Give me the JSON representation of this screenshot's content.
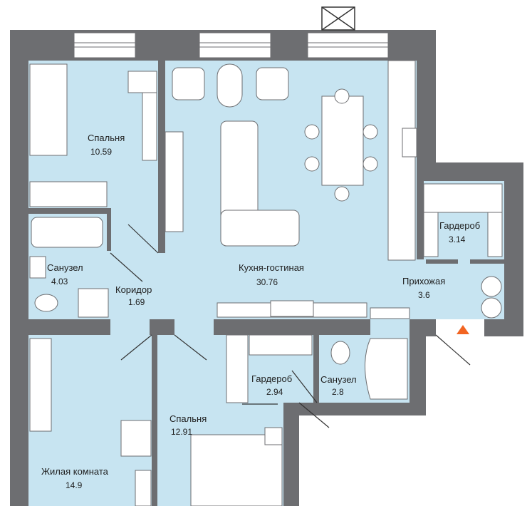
{
  "plan": {
    "colors": {
      "wall": "#6d6e71",
      "room": "#c7e4f1",
      "furniture": "#ffffff",
      "entrance_marker": "#f26522"
    },
    "rooms": [
      {
        "name": "Спальня",
        "area": "10.59"
      },
      {
        "name": "Санузел",
        "area": "4.03"
      },
      {
        "name": "Коридор",
        "area": "1.69"
      },
      {
        "name": "Кухня-гостиная",
        "area": "30.76"
      },
      {
        "name": "Гардероб",
        "area": "3.14"
      },
      {
        "name": "Прихожая",
        "area": "3.6"
      },
      {
        "name": "Гардероб",
        "area": "2.94"
      },
      {
        "name": "Санузел",
        "area": "2.8"
      },
      {
        "name": "Спальня",
        "area": "12.91"
      },
      {
        "name": "Жилая комната",
        "area": "14.9"
      }
    ]
  }
}
